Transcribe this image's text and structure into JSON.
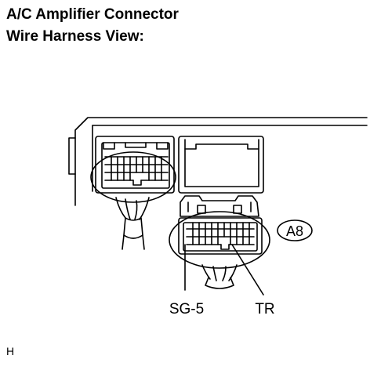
{
  "title": {
    "line1": "A/C Amplifier Connector",
    "line2": "Wire Harness View:"
  },
  "connector": {
    "tag": "A8",
    "pin_labels": {
      "left": "SG-5",
      "right": "TR"
    }
  },
  "footer_code": "H"
}
